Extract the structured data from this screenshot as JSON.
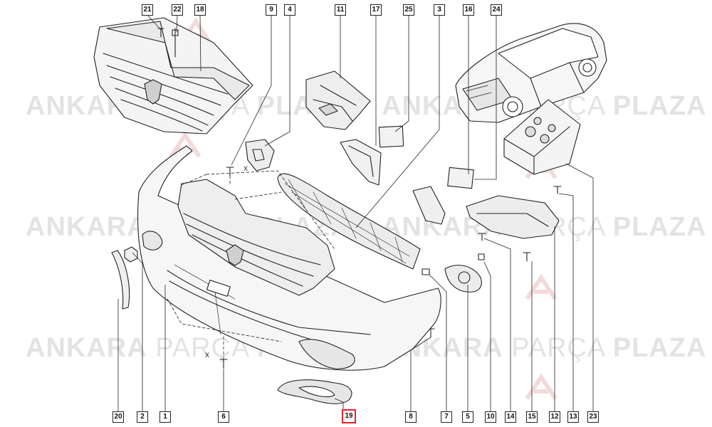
{
  "watermark": {
    "word_left": "ANKARA",
    "word_mid": "PARÇA",
    "word_right": "PLAZA"
  },
  "callouts": {
    "c21": "21",
    "c22": "22",
    "c18": "18",
    "c9": "9",
    "c4": "4",
    "c11": "11",
    "c17": "17",
    "c25": "25",
    "c3": "3",
    "c16": "16",
    "c24": "24",
    "c20": "20",
    "c2": "2",
    "c1": "1",
    "c6": "6",
    "c19": "19",
    "c8": "8",
    "c7": "7",
    "c5": "5",
    "c10": "10",
    "c14": "14",
    "c15": "15",
    "c12": "12",
    "c13": "13",
    "c23": "23"
  },
  "highlight_callout": "19",
  "dimension_marks": {
    "x_top": "X",
    "x_bottom": "X"
  },
  "colors": {
    "highlight": "#e8202a",
    "line": "#222222",
    "watermark": "#e3e3e3"
  }
}
